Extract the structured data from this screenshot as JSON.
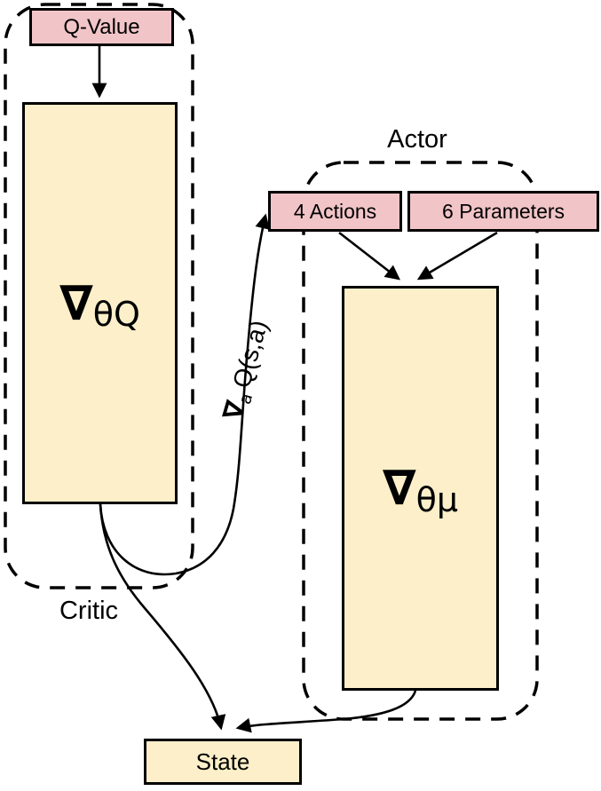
{
  "diagram": {
    "critic": {
      "group_label": "Critic",
      "q_value_label": "Q-Value",
      "network_symbol": "∇",
      "network_subscript": "θQ"
    },
    "actor": {
      "group_label": "Actor",
      "actions_label": "4 Actions",
      "parameters_label": "6 Parameters",
      "network_symbol": "∇",
      "network_subscript": "θμ"
    },
    "state_label": "State",
    "gradient_arrow": {
      "symbol": "∇",
      "subscript": "a",
      "expression": "Q(s,a)"
    },
    "colors": {
      "pink_box": "#f1c4c8",
      "cream_box": "#fcefc9",
      "line": "#000000",
      "background": "#ffffff"
    }
  }
}
